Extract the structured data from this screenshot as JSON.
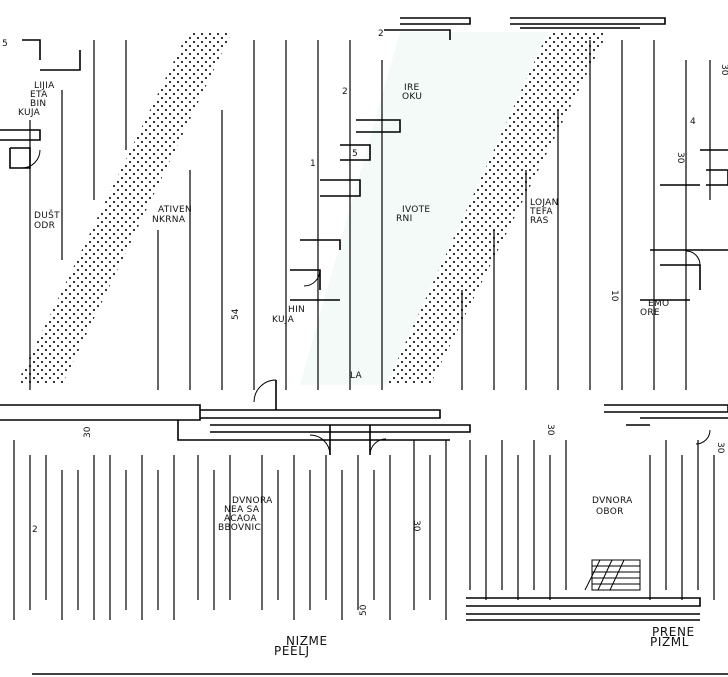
{
  "rooms": {
    "top_left_corner": [
      "LIJIA",
      "ETA",
      "BIN",
      "KUJA"
    ],
    "left_room": [
      "DUŠT",
      "ODR"
    ],
    "center_left": [
      "ATIVEN",
      "NKRNA"
    ],
    "center_room": [
      "IVOTE",
      "RNI"
    ],
    "center_upper": [
      "IRE",
      "OKU"
    ],
    "right_center": [
      "LOJAN",
      "TEFA",
      "RAS"
    ],
    "center_small": [
      "HIN",
      "KUJA"
    ],
    "right_small": [
      "EMO",
      "ORE"
    ],
    "lower_left": [
      "DVNORA",
      "NEA SA",
      "ACAOA",
      "BBOVNIC"
    ],
    "lower_right": [
      "DVNORA",
      "OBOR"
    ],
    "stair_small": [
      "LA"
    ]
  },
  "titles": {
    "left": [
      "NIZME",
      "PEELJ"
    ],
    "right": [
      "PRENE",
      "PIZML"
    ]
  },
  "dimensions": {
    "top_left": "5",
    "top_center": "2",
    "mid_a": "2",
    "mid_b": "5",
    "mid_c": "1",
    "center_left": "54",
    "left_edge": "30",
    "left_lower": "2",
    "bottom_center": "30",
    "bottom_lower": "50",
    "right_a": "30",
    "right_b": "30",
    "right_c": "10",
    "right_d": "30",
    "right_top": "30",
    "right_mid": "4"
  }
}
